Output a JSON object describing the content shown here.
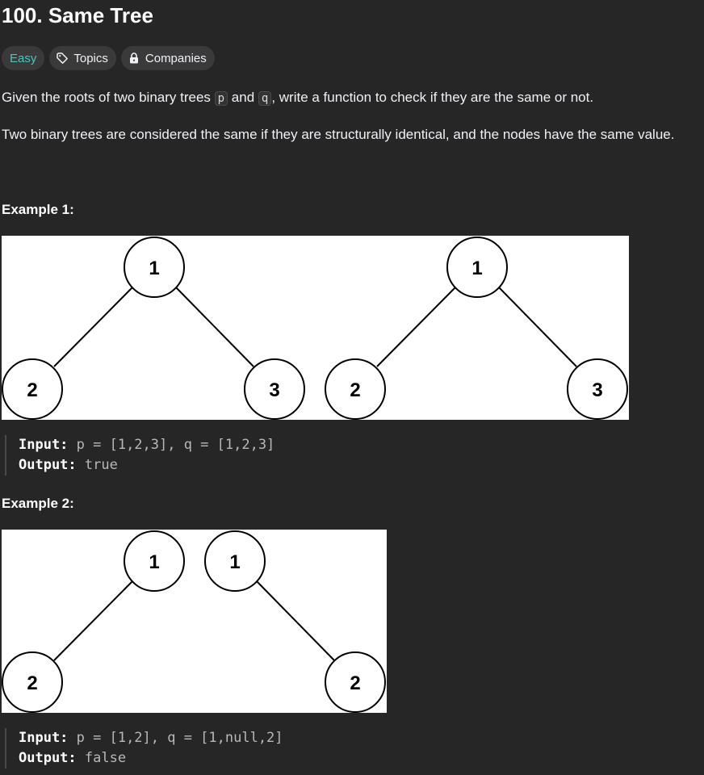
{
  "problem": {
    "title": "100. Same Tree",
    "difficulty": "Easy",
    "topics_label": "Topics",
    "companies_label": "Companies"
  },
  "description": {
    "p1_before": "Given the roots of two binary trees ",
    "p1_code1": "p",
    "p1_mid": " and ",
    "p1_code2": "q",
    "p1_after": ", write a function to check if they are the same or not.",
    "p2": "Two binary trees are considered the same if they are structurally identical, and the nodes have the same value."
  },
  "examples": [
    {
      "heading": "Example 1:",
      "input_label": "Input:",
      "input_value": " p = [1,2,3], q = [1,2,3]",
      "output_label": "Output:",
      "output_value": " true",
      "node_labels": [
        "1",
        "2",
        "3",
        "1",
        "2",
        "3"
      ]
    },
    {
      "heading": "Example 2:",
      "input_label": "Input:",
      "input_value": " p = [1,2], q = [1,null,2]",
      "output_label": "Output:",
      "output_value": " false",
      "node_labels": [
        "1",
        "2",
        "1",
        "2"
      ]
    }
  ],
  "icons": {
    "topics": "tag-icon",
    "companies": "lock-icon"
  },
  "colors": {
    "background": "#262626",
    "easy": "#46c6c2",
    "tag_bg": "#3a3a3a"
  }
}
